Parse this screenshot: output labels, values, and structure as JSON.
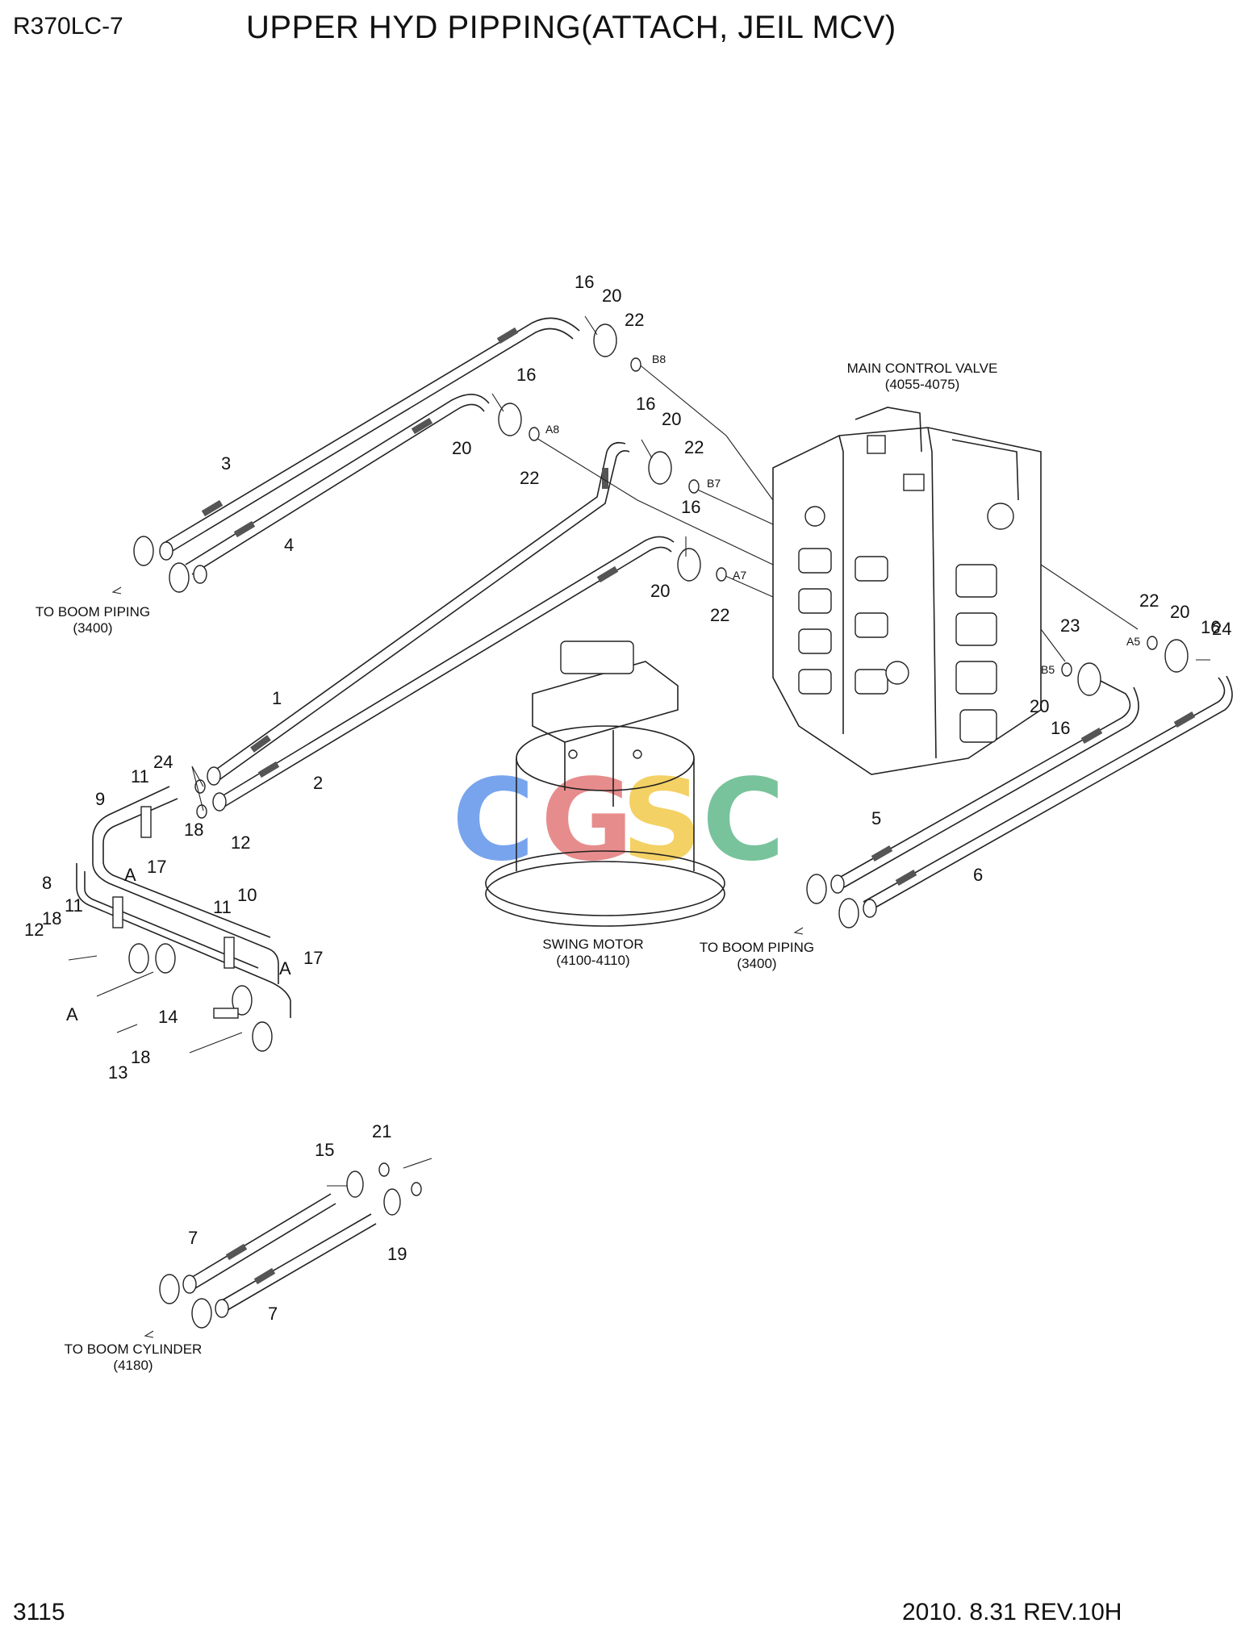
{
  "header": {
    "model": "R370LC-7",
    "title": "UPPER HYD PIPPING(ATTACH, JEIL MCV)"
  },
  "footer": {
    "page_number": "3115",
    "revision": "2010. 8.31  REV.10H"
  },
  "captions": {
    "mcv_name": "MAIN CONTROL VALVE",
    "mcv_ref": "(4055-4075)",
    "swing_name": "SWING MOTOR",
    "swing_ref": "(4100-4110)",
    "boom_piping_left": "TO BOOM PIPING",
    "boom_piping_left_ref": "(3400)",
    "boom_piping_right": "TO BOOM PIPING",
    "boom_piping_right_ref": "(3400)",
    "boom_cylinder": "TO BOOM CYLINDER",
    "boom_cylinder_ref": "(4180)"
  },
  "ports": [
    "B8",
    "A8",
    "B7",
    "A7",
    "A5",
    "B5"
  ],
  "callouts": [
    "16",
    "20",
    "22",
    "16",
    "20",
    "22",
    "16",
    "20",
    "22",
    "16",
    "20",
    "22",
    "1",
    "2",
    "3",
    "4",
    "5",
    "6",
    "7",
    "7",
    "8",
    "9",
    "10",
    "11",
    "11",
    "11",
    "12",
    "12",
    "13",
    "14",
    "15",
    "17",
    "17",
    "18",
    "18",
    "18",
    "19",
    "21",
    "22",
    "20",
    "16",
    "20",
    "16",
    "23",
    "24",
    "24",
    "A",
    "A",
    "A"
  ],
  "watermark": {
    "letters": [
      "C",
      "G",
      "S",
      "C"
    ],
    "colors": [
      "#4a86e8",
      "#e06666",
      "#f1c232",
      "#4caf7a"
    ]
  }
}
